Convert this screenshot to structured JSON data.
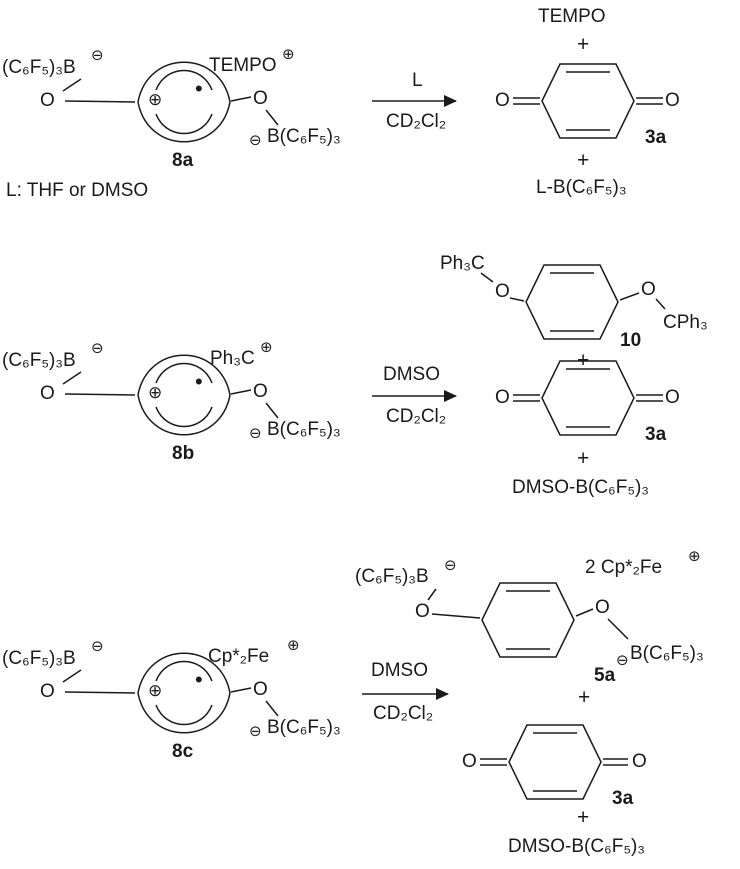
{
  "symbols": {
    "plus": "+",
    "circled_plus": "⊕",
    "circled_minus": "⊖",
    "radical_dot": "•"
  },
  "reaction1": {
    "reactant": {
      "borane_left": "(C₆F₅)₃B",
      "oxygen_left": "O",
      "counterion": "TEMPO",
      "oxygen_right": "O",
      "borane_right": "B(C₆F₅)₃",
      "label": "8a"
    },
    "note": "L: THF or DMSO",
    "conditions": {
      "above": "L",
      "below": "CD₂Cl₂"
    },
    "products": {
      "amine": "TEMPO",
      "quinone_o_left": "O",
      "quinone_o_right": "O",
      "quinone_label": "3a",
      "adduct": "L-B(C₆F₅)₃"
    }
  },
  "reaction2": {
    "reactant": {
      "borane_left": "(C₆F₅)₃B",
      "oxygen_left": "O",
      "counterion": "Ph₃C",
      "oxygen_right": "O",
      "borane_right": "B(C₆F₅)₃",
      "label": "8b"
    },
    "conditions": {
      "above": "DMSO",
      "below": "CD₂Cl₂"
    },
    "products": {
      "ether": {
        "left_group": "Ph₃C",
        "o_left": "O",
        "o_right": "O",
        "right_group": "CPh₃",
        "label": "10"
      },
      "quinone_o_left": "O",
      "quinone_o_right": "O",
      "quinone_label": "3a",
      "adduct": "DMSO-B(C₆F₅)₃"
    }
  },
  "reaction3": {
    "reactant": {
      "borane_left": "(C₆F₅)₃B",
      "oxygen_left": "O",
      "counterion": "Cp*₂Fe",
      "oxygen_right": "O",
      "borane_right": "B(C₆F₅)₃",
      "label": "8c"
    },
    "conditions": {
      "above": "DMSO",
      "below": "CD₂Cl₂"
    },
    "products": {
      "diborate": {
        "borane_left": "(C₆F₅)₃B",
        "o_left": "O",
        "counterion": "2 Cp*₂Fe",
        "o_right": "O",
        "borane_right": "B(C₆F₅)₃",
        "label": "5a"
      },
      "quinone_o_left": "O",
      "quinone_o_right": "O",
      "quinone_label": "3a",
      "adduct": "DMSO-B(C₆F₅)₃"
    }
  }
}
